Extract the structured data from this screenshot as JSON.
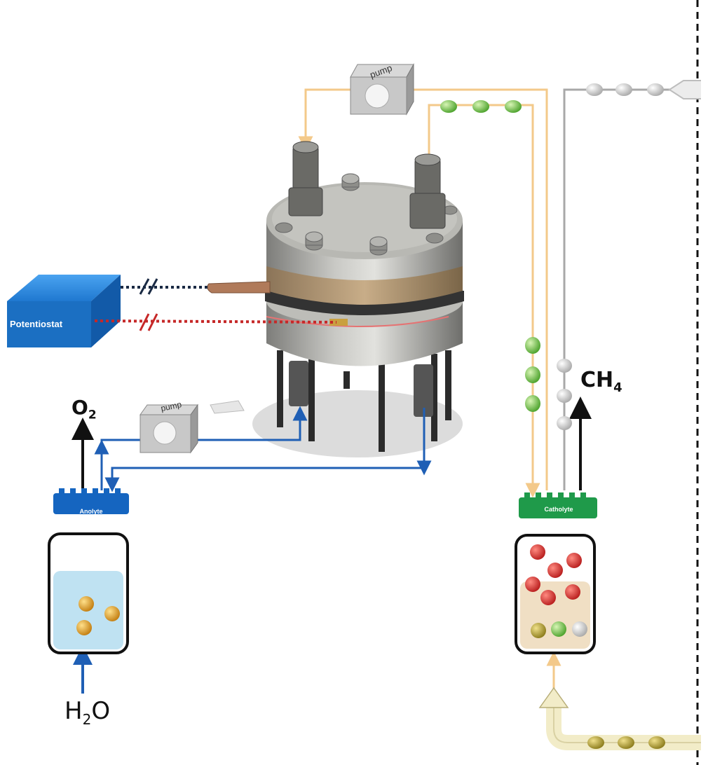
{
  "labels": {
    "potentiostat": "Potentiostat",
    "pump_top": "pump",
    "pump_bottom": "pump",
    "anolyte": "Anolyte",
    "catholyte": "Catholyte",
    "o2": {
      "main": "O",
      "sub": "2"
    },
    "h2o": {
      "main": "H",
      "sub": "2",
      "tail": "O"
    },
    "ch4": {
      "main": "CH",
      "sub": "4"
    }
  },
  "colors": {
    "potentiostat": "#1b6fc2",
    "anolyte_cap": "#1565c0",
    "catholyte_cap": "#1f9a4a",
    "anolyte_line": "#1f5fb5",
    "catholyte_line": "#f3c98a",
    "gas_line": "#9a9a9a",
    "wire_black": "#1a2a44",
    "wire_red": "#c62828",
    "green_droplet": "#6cc24a",
    "red_droplet": "#d81b1b",
    "gold_droplet": "#e8a21a",
    "silver_droplet": "#d9d9d9",
    "cell_metal": "#9a9a96",
    "cell_membrane": "#b89c78"
  },
  "icons": [
    "pump-icon",
    "potentiostat-box",
    "electrochemical-cell",
    "anolyte-bottle",
    "catholyte-bottle"
  ]
}
